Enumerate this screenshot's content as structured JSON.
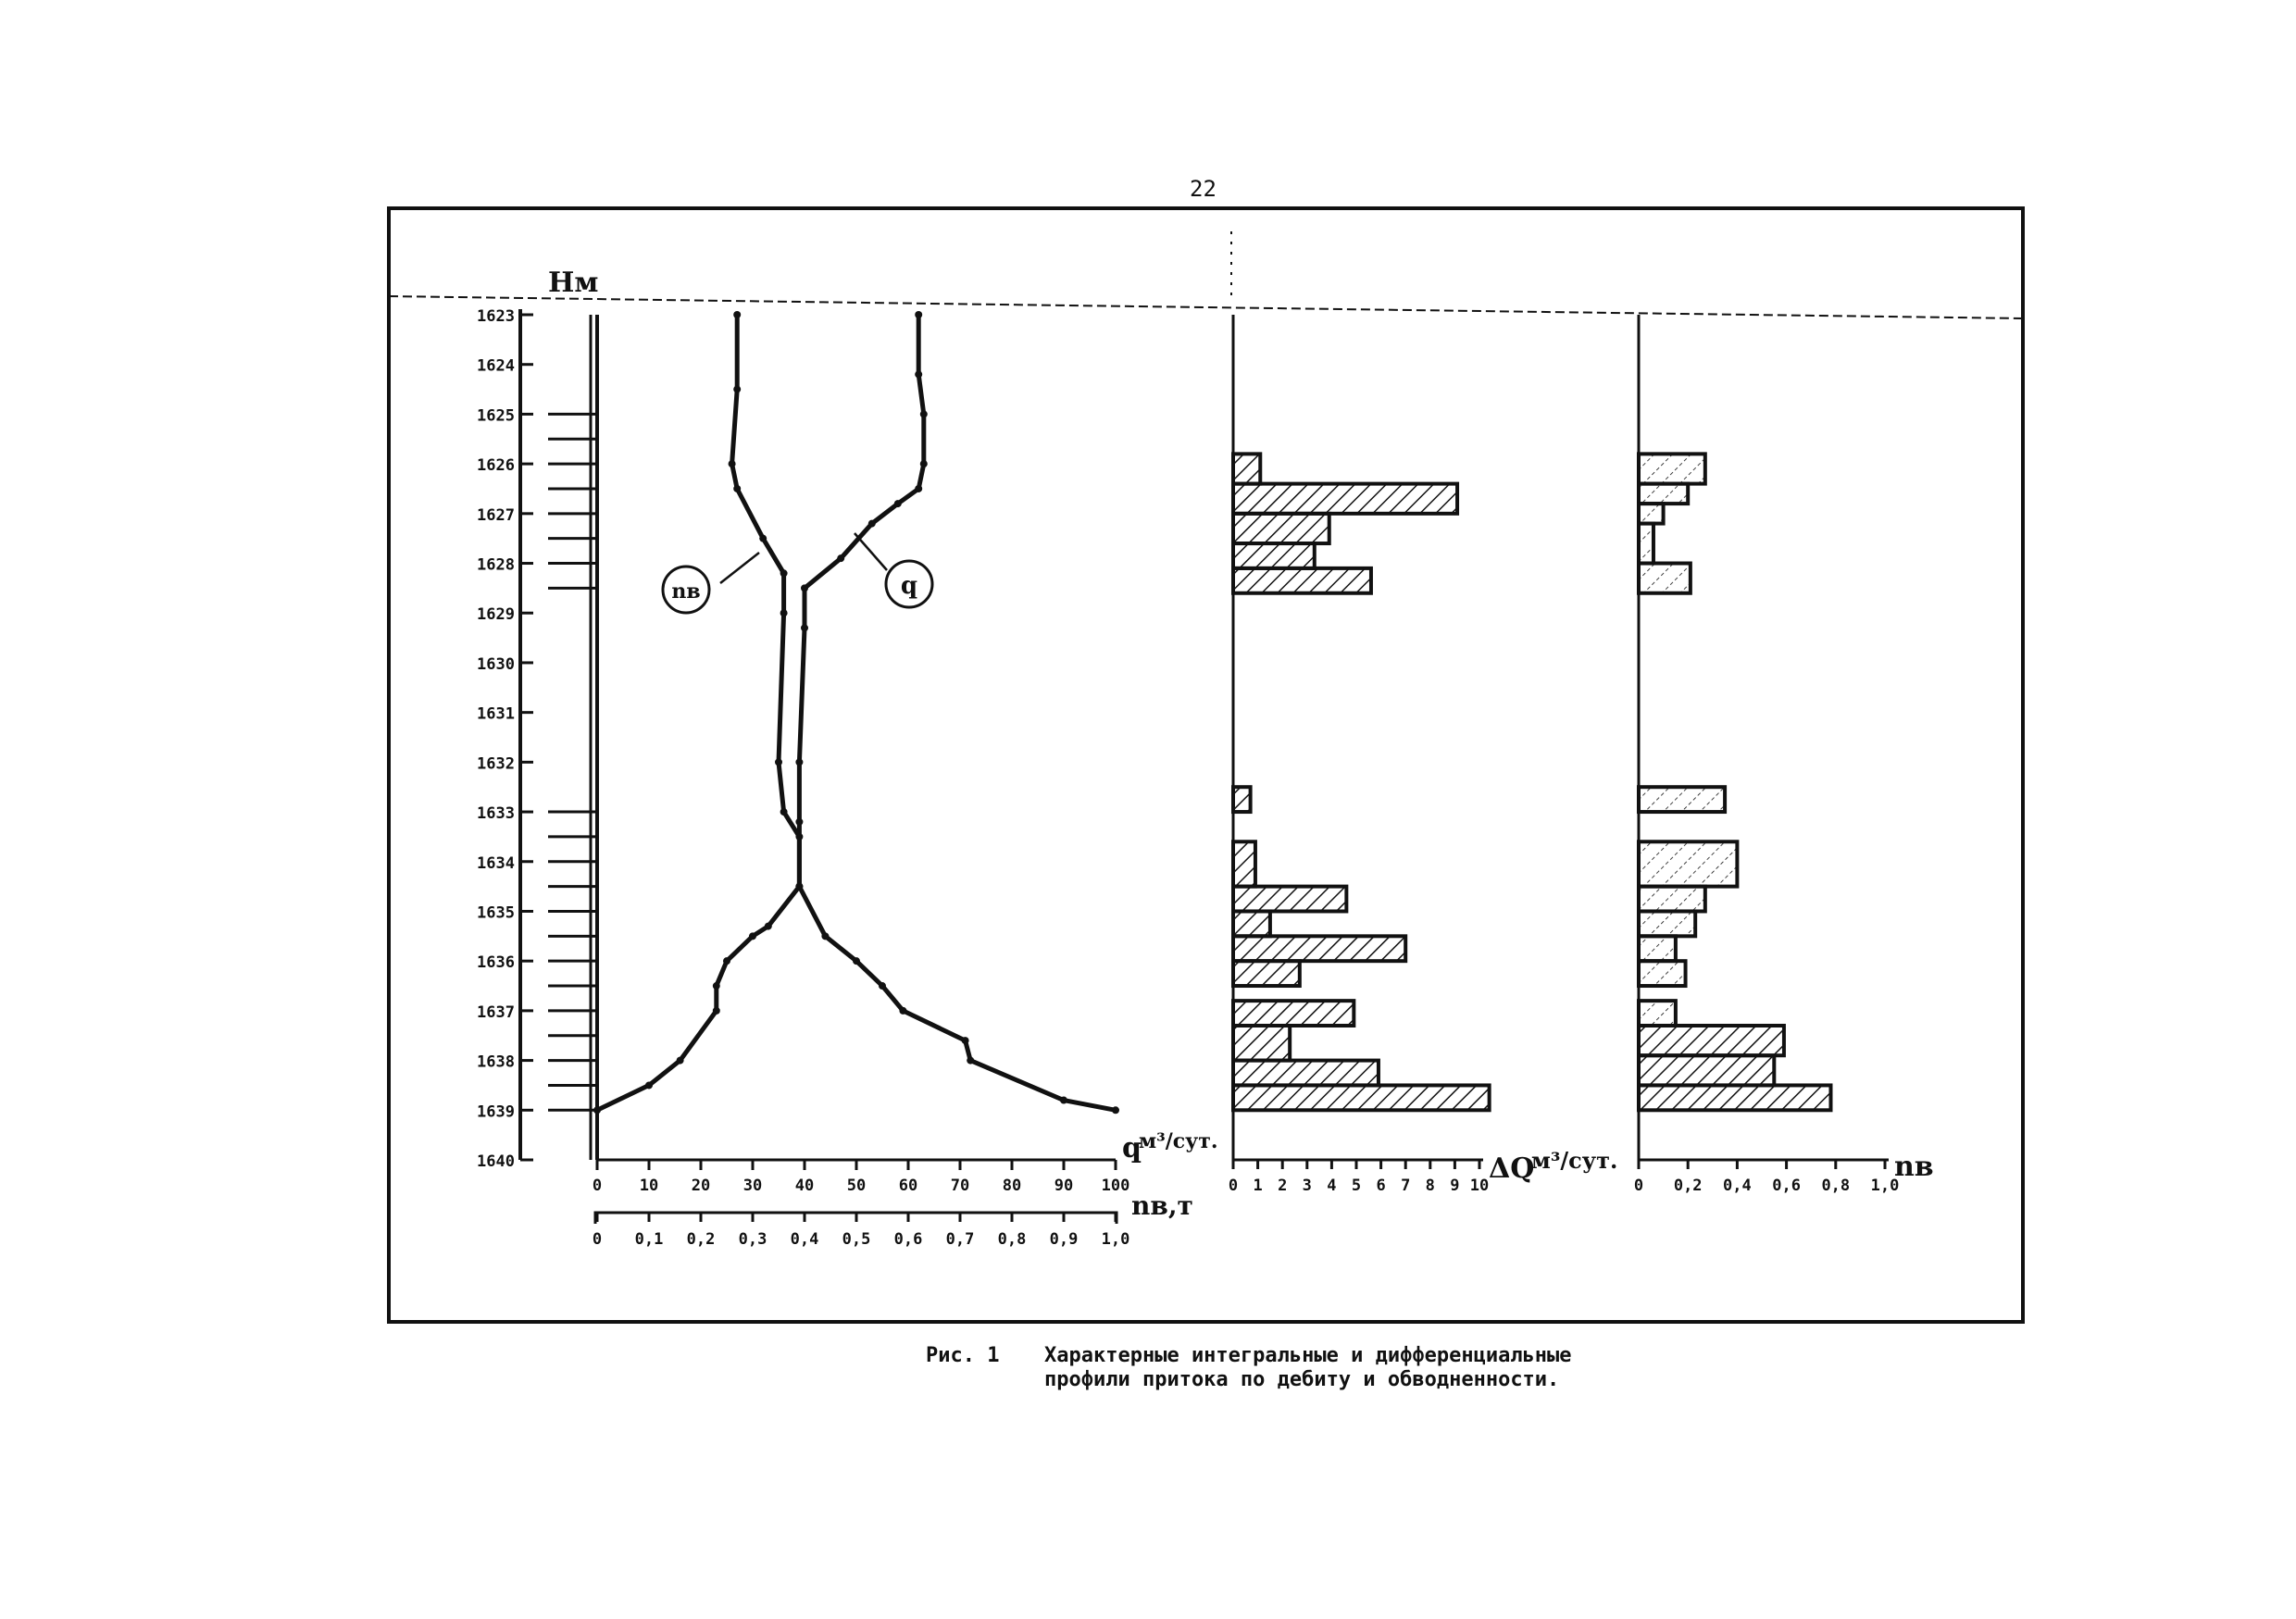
{
  "page": {
    "number": "22"
  },
  "caption": {
    "label": "Рис. 1",
    "line1": "Характерные интегральные и дифференциальные",
    "line2": "профили притока по дебиту и обводненности."
  },
  "colors": {
    "ink": "#111111",
    "background": "#ffffff"
  },
  "chart_data": [
    {
      "type": "line",
      "depth_axis": {
        "label": "Нм",
        "ticks": [
          "1623",
          "1624",
          "1625",
          "1626",
          "1627",
          "1628",
          "1629",
          "1630",
          "1631",
          "1632",
          "1633",
          "1634",
          "1635",
          "1636",
          "1637",
          "1638",
          "1639",
          "1640"
        ],
        "range": [
          1623,
          1640
        ],
        "perforation_marks": [
          1625,
          1625.5,
          1626,
          1626.5,
          1627,
          1627.5,
          1628,
          1628.5,
          1633,
          1633.5,
          1634,
          1634.5,
          1635,
          1635.5,
          1636,
          1636.5,
          1637,
          1637.5,
          1638,
          1638.5,
          1639
        ]
      },
      "x_axis_primary": {
        "label": "q",
        "unit": "м³/сут.",
        "ticks": [
          "0",
          "10",
          "20",
          "30",
          "40",
          "50",
          "60",
          "70",
          "80",
          "90",
          "100"
        ],
        "range": [
          0,
          100
        ]
      },
      "x_axis_secondary": {
        "label": "nв,т",
        "ticks": [
          "0",
          "0,1",
          "0,2",
          "0,3",
          "0,4",
          "0,5",
          "0,6",
          "0,7",
          "0,8",
          "0,9",
          "1,0"
        ],
        "range": [
          0,
          1
        ]
      },
      "series": [
        {
          "name": "q",
          "label": "q",
          "points": [
            [
              62,
              1623
            ],
            [
              62,
              1624.2
            ],
            [
              63,
              1625
            ],
            [
              63,
              1626
            ],
            [
              62,
              1626.5
            ],
            [
              58,
              1626.8
            ],
            [
              53,
              1627.2
            ],
            [
              47,
              1627.9
            ],
            [
              40,
              1628.5
            ],
            [
              40,
              1629.3
            ],
            [
              39,
              1632
            ],
            [
              39,
              1633.2
            ],
            [
              39,
              1634.5
            ],
            [
              44,
              1635.5
            ],
            [
              50,
              1636
            ],
            [
              55,
              1636.5
            ],
            [
              59,
              1637
            ],
            [
              71,
              1637.6
            ],
            [
              72,
              1638
            ],
            [
              90,
              1638.8
            ],
            [
              100,
              1639
            ]
          ]
        },
        {
          "name": "nв,т",
          "label": "nв",
          "points": [
            [
              0.27,
              1623
            ],
            [
              0.27,
              1624.5
            ],
            [
              0.26,
              1626
            ],
            [
              0.27,
              1626.5
            ],
            [
              0.32,
              1627.5
            ],
            [
              0.36,
              1628.2
            ],
            [
              0.36,
              1629
            ],
            [
              0.35,
              1632
            ],
            [
              0.36,
              1633
            ],
            [
              0.39,
              1633.5
            ],
            [
              0.39,
              1634.5
            ],
            [
              0.33,
              1635.3
            ],
            [
              0.3,
              1635.5
            ],
            [
              0.25,
              1636
            ],
            [
              0.23,
              1636.5
            ],
            [
              0.23,
              1637
            ],
            [
              0.16,
              1638
            ],
            [
              0.1,
              1638.5
            ],
            [
              0,
              1639
            ]
          ]
        }
      ]
    },
    {
      "type": "bar",
      "orientation": "horizontal",
      "x_axis": {
        "label": "ΔQ",
        "unit": "м³/сут.",
        "ticks": [
          "0",
          "1",
          "2",
          "3",
          "4",
          "5",
          "6",
          "7",
          "8",
          "9",
          "10"
        ],
        "range": [
          0,
          10
        ]
      },
      "bars": [
        {
          "from": 1625.8,
          "to": 1626.4,
          "value": 1.1
        },
        {
          "from": 1626.4,
          "to": 1627.0,
          "value": 9.1
        },
        {
          "from": 1627.0,
          "to": 1627.6,
          "value": 3.9
        },
        {
          "from": 1627.6,
          "to": 1628.1,
          "value": 3.3
        },
        {
          "from": 1628.1,
          "to": 1628.6,
          "value": 5.6
        },
        {
          "from": 1632.5,
          "to": 1633.0,
          "value": 0.7
        },
        {
          "from": 1633.6,
          "to": 1634.5,
          "value": 0.9
        },
        {
          "from": 1634.5,
          "to": 1635.0,
          "value": 4.6
        },
        {
          "from": 1635.0,
          "to": 1635.5,
          "value": 1.5
        },
        {
          "from": 1635.5,
          "to": 1636.0,
          "value": 7.0
        },
        {
          "from": 1636.0,
          "to": 1636.5,
          "value": 2.7
        },
        {
          "from": 1636.8,
          "to": 1637.3,
          "value": 4.9
        },
        {
          "from": 1637.3,
          "to": 1638.0,
          "value": 2.3
        },
        {
          "from": 1638.0,
          "to": 1638.5,
          "value": 5.9
        },
        {
          "from": 1638.5,
          "to": 1639.0,
          "value": 10.4
        }
      ]
    },
    {
      "type": "bar",
      "orientation": "horizontal",
      "x_axis": {
        "label": "nв",
        "ticks": [
          "0",
          "0,2",
          "0,4",
          "0,6",
          "0,8",
          "1,0"
        ],
        "range": [
          0,
          1
        ]
      },
      "bars": [
        {
          "from": 1625.8,
          "to": 1626.4,
          "value": 0.27
        },
        {
          "from": 1626.4,
          "to": 1626.8,
          "value": 0.2
        },
        {
          "from": 1626.8,
          "to": 1627.2,
          "value": 0.1
        },
        {
          "from": 1627.2,
          "to": 1628.0,
          "value": 0.06
        },
        {
          "from": 1628.0,
          "to": 1628.6,
          "value": 0.21
        },
        {
          "from": 1632.5,
          "to": 1633.0,
          "value": 0.35
        },
        {
          "from": 1633.6,
          "to": 1634.5,
          "value": 0.4
        },
        {
          "from": 1634.5,
          "to": 1635.0,
          "value": 0.27
        },
        {
          "from": 1635.0,
          "to": 1635.5,
          "value": 0.23
        },
        {
          "from": 1635.5,
          "to": 1636.0,
          "value": 0.15
        },
        {
          "from": 1636.0,
          "to": 1636.5,
          "value": 0.19
        },
        {
          "from": 1636.8,
          "to": 1637.3,
          "value": 0.15
        },
        {
          "from": 1637.3,
          "to": 1637.9,
          "value": 0.59
        },
        {
          "from": 1637.9,
          "to": 1638.5,
          "value": 0.55
        },
        {
          "from": 1638.5,
          "to": 1639.0,
          "value": 0.78
        }
      ]
    }
  ]
}
